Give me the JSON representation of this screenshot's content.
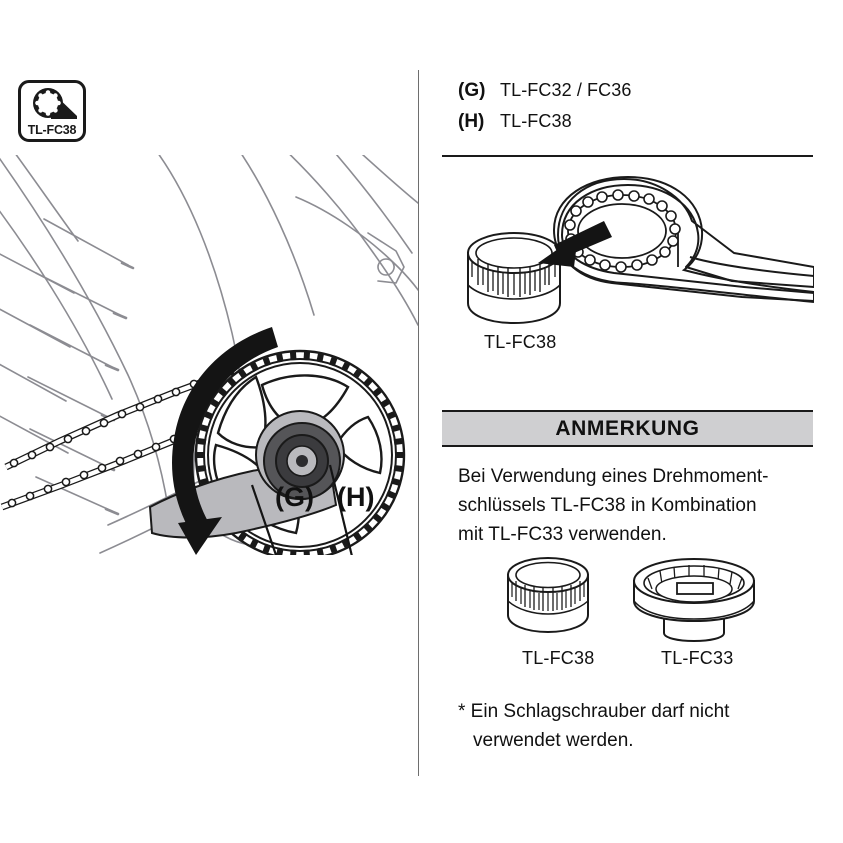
{
  "badge": {
    "label": "TL-FC38",
    "icon": "ring-spanner-icon"
  },
  "legend": {
    "rows": [
      {
        "key": "(G)",
        "value": "TL-FC32 / FC36"
      },
      {
        "key": "(H)",
        "value": "TL-FC38"
      }
    ]
  },
  "bike_figure": {
    "callouts": [
      {
        "label": "(G)"
      },
      {
        "label": "(H)"
      }
    ],
    "rotation_arrow": "curved-rotation-arrow"
  },
  "wrench_figure": {
    "caption": "TL-FC38",
    "socket_icon": "splined-socket-icon",
    "wrench_icon": "ring-wrench-icon",
    "arrow_icon": "insertion-arrow-icon"
  },
  "note": {
    "title": "ANMERKUNG",
    "body": "Bei Verwendung eines Drehmomentschlüssels TL-FC38 in Kombination mit TL-FC33 verwenden.",
    "line1": "Bei Verwendung eines Drehmoment-",
    "line2": "schlüssels TL-FC38 in Kombination",
    "line3": "mit TL-FC33 verwenden."
  },
  "tools": [
    {
      "caption": "TL-FC38",
      "icon": "splined-socket-icon"
    },
    {
      "caption": "TL-FC33",
      "icon": "splined-cap-icon"
    }
  ],
  "footnote": {
    "line1": "* Ein Schlagschrauber darf nicht",
    "line2": "verwendet werden."
  },
  "colors": {
    "ink": "#1a1a1a",
    "note_bar_gray": "#cfcfd1",
    "divider_gray": "#6e6e6e",
    "figure_fill_gray": "#b9b9bd"
  }
}
